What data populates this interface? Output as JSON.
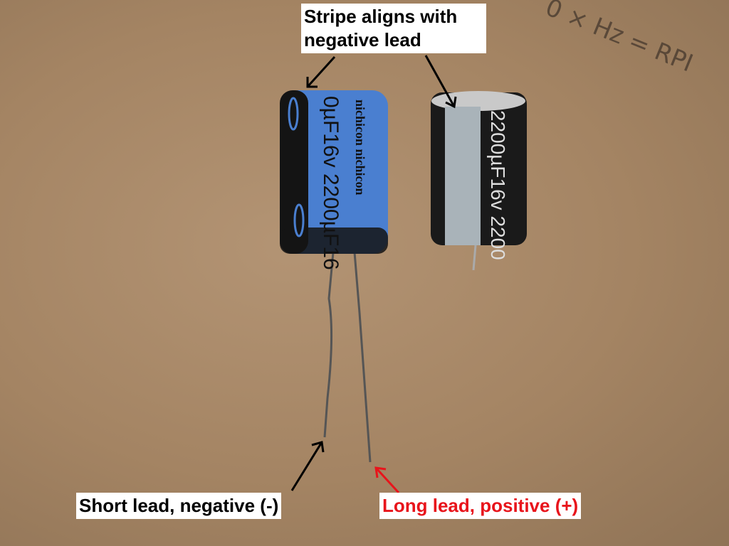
{
  "annotations": {
    "stripe": "Stripe aligns with negative lead",
    "short_lead": "Short lead, negative (-)",
    "long_lead": "Long lead, positive (+)"
  },
  "capacitor_markings": {
    "brand": "nichicon",
    "rating": "2200µF16v"
  },
  "handwriting": "0 × Hz = RPI",
  "colors": {
    "arrow_black": "#000000",
    "arrow_red": "#e8141b",
    "cap_blue": "#4a7fd0",
    "cap_black": "#1a1a1a"
  }
}
